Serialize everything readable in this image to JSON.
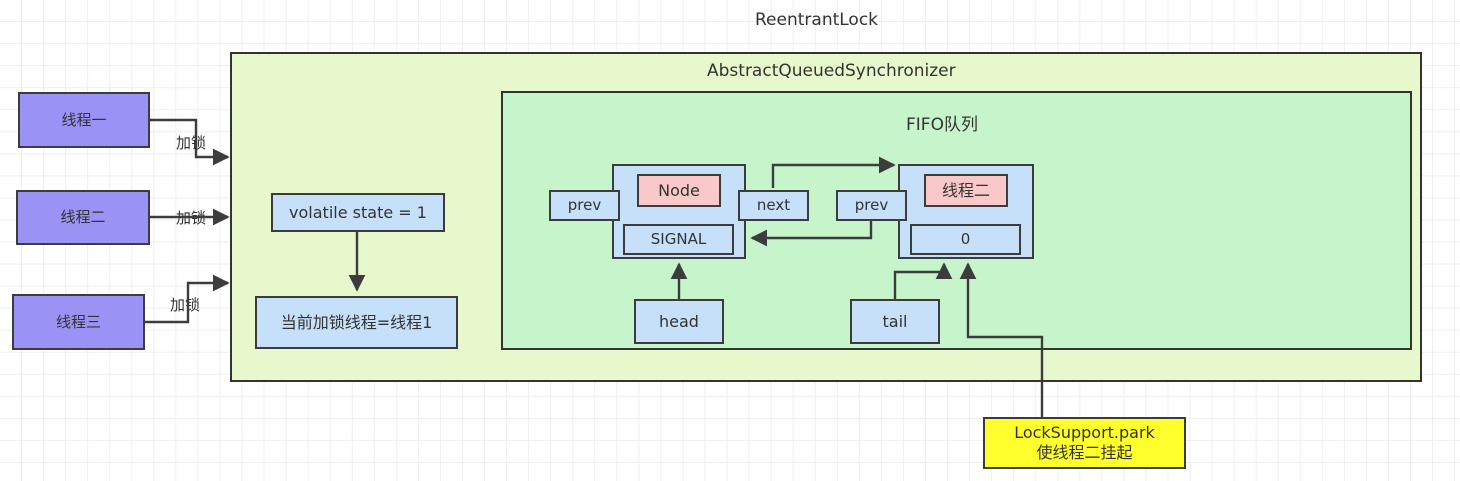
{
  "diagram": {
    "title": "ReentrantLock",
    "background": "graph-paper-grid",
    "colors": {
      "outer_container": "#e8f8cd",
      "inner_container": "#c6f5cc",
      "thread_box": "#9a93f5",
      "blue_box": "#c6e0fa",
      "pink_box": "#f9c9c9",
      "yellow_box": "#ffff2e",
      "stroke": "#3c3c3c",
      "grid_line": "#eceef0"
    }
  },
  "containers": {
    "reentrant_lock_title": "ReentrantLock",
    "aqs_title": "AbstractQueuedSynchronizer",
    "fifo_title": "FIFO队列"
  },
  "threads": [
    {
      "label": "线程一",
      "edge_label": "加锁"
    },
    {
      "label": "线程二",
      "edge_label": "加锁"
    },
    {
      "label": "线程三",
      "edge_label": "加锁"
    }
  ],
  "aqs_fields": {
    "state": "volatile state = 1",
    "owner": "当前加锁线程=线程1"
  },
  "queue": {
    "head_node": {
      "type_label": "Node",
      "waitstatus_label": "SIGNAL",
      "prev_label": "prev",
      "next_label": "next"
    },
    "tail_node": {
      "type_label": "线程二",
      "waitstatus_label": "0",
      "prev_label": "prev"
    },
    "head_pointer": "head",
    "tail_pointer": "tail"
  },
  "park": {
    "line1": "LockSupport.park",
    "line2": "使线程二挂起"
  }
}
